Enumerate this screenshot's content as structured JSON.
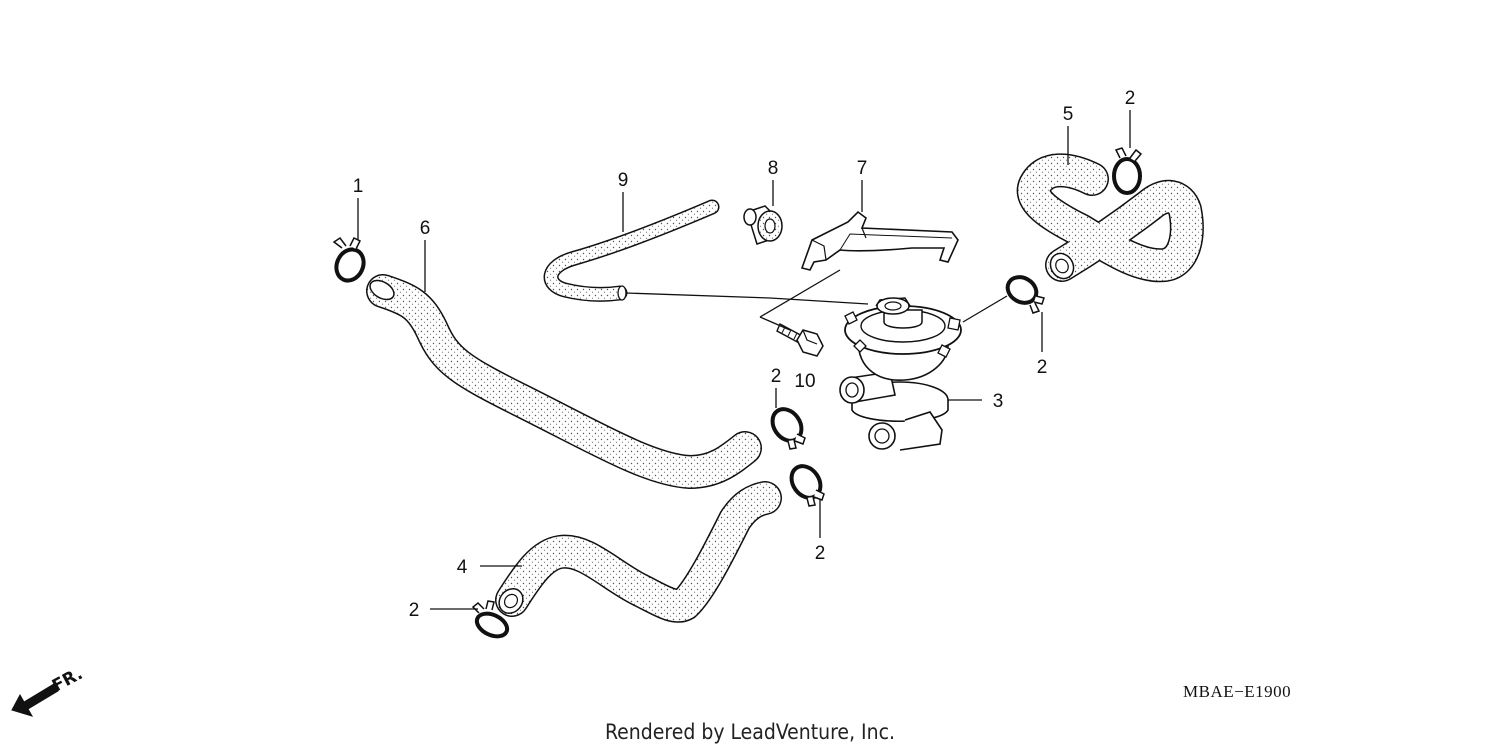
{
  "diagram": {
    "code": "MBAE−E1900",
    "footer": "Rendered by LeadVenture, Inc.",
    "direction": "FR.",
    "callouts": [
      {
        "id": "c1",
        "label": "1"
      },
      {
        "id": "c6",
        "label": "6"
      },
      {
        "id": "c9",
        "label": "9"
      },
      {
        "id": "c8",
        "label": "8"
      },
      {
        "id": "c7",
        "label": "7"
      },
      {
        "id": "c5",
        "label": "5"
      },
      {
        "id": "c2a",
        "label": "2"
      },
      {
        "id": "c10",
        "label": "10"
      },
      {
        "id": "c2b",
        "label": "2"
      },
      {
        "id": "c2c",
        "label": "2"
      },
      {
        "id": "c3",
        "label": "3"
      },
      {
        "id": "c2d",
        "label": "2"
      },
      {
        "id": "c4",
        "label": "4"
      },
      {
        "id": "c2e",
        "label": "2"
      }
    ]
  },
  "colors": {
    "ink": "#111111",
    "hose_fill": "#ffffff",
    "stipple": "#555555"
  }
}
